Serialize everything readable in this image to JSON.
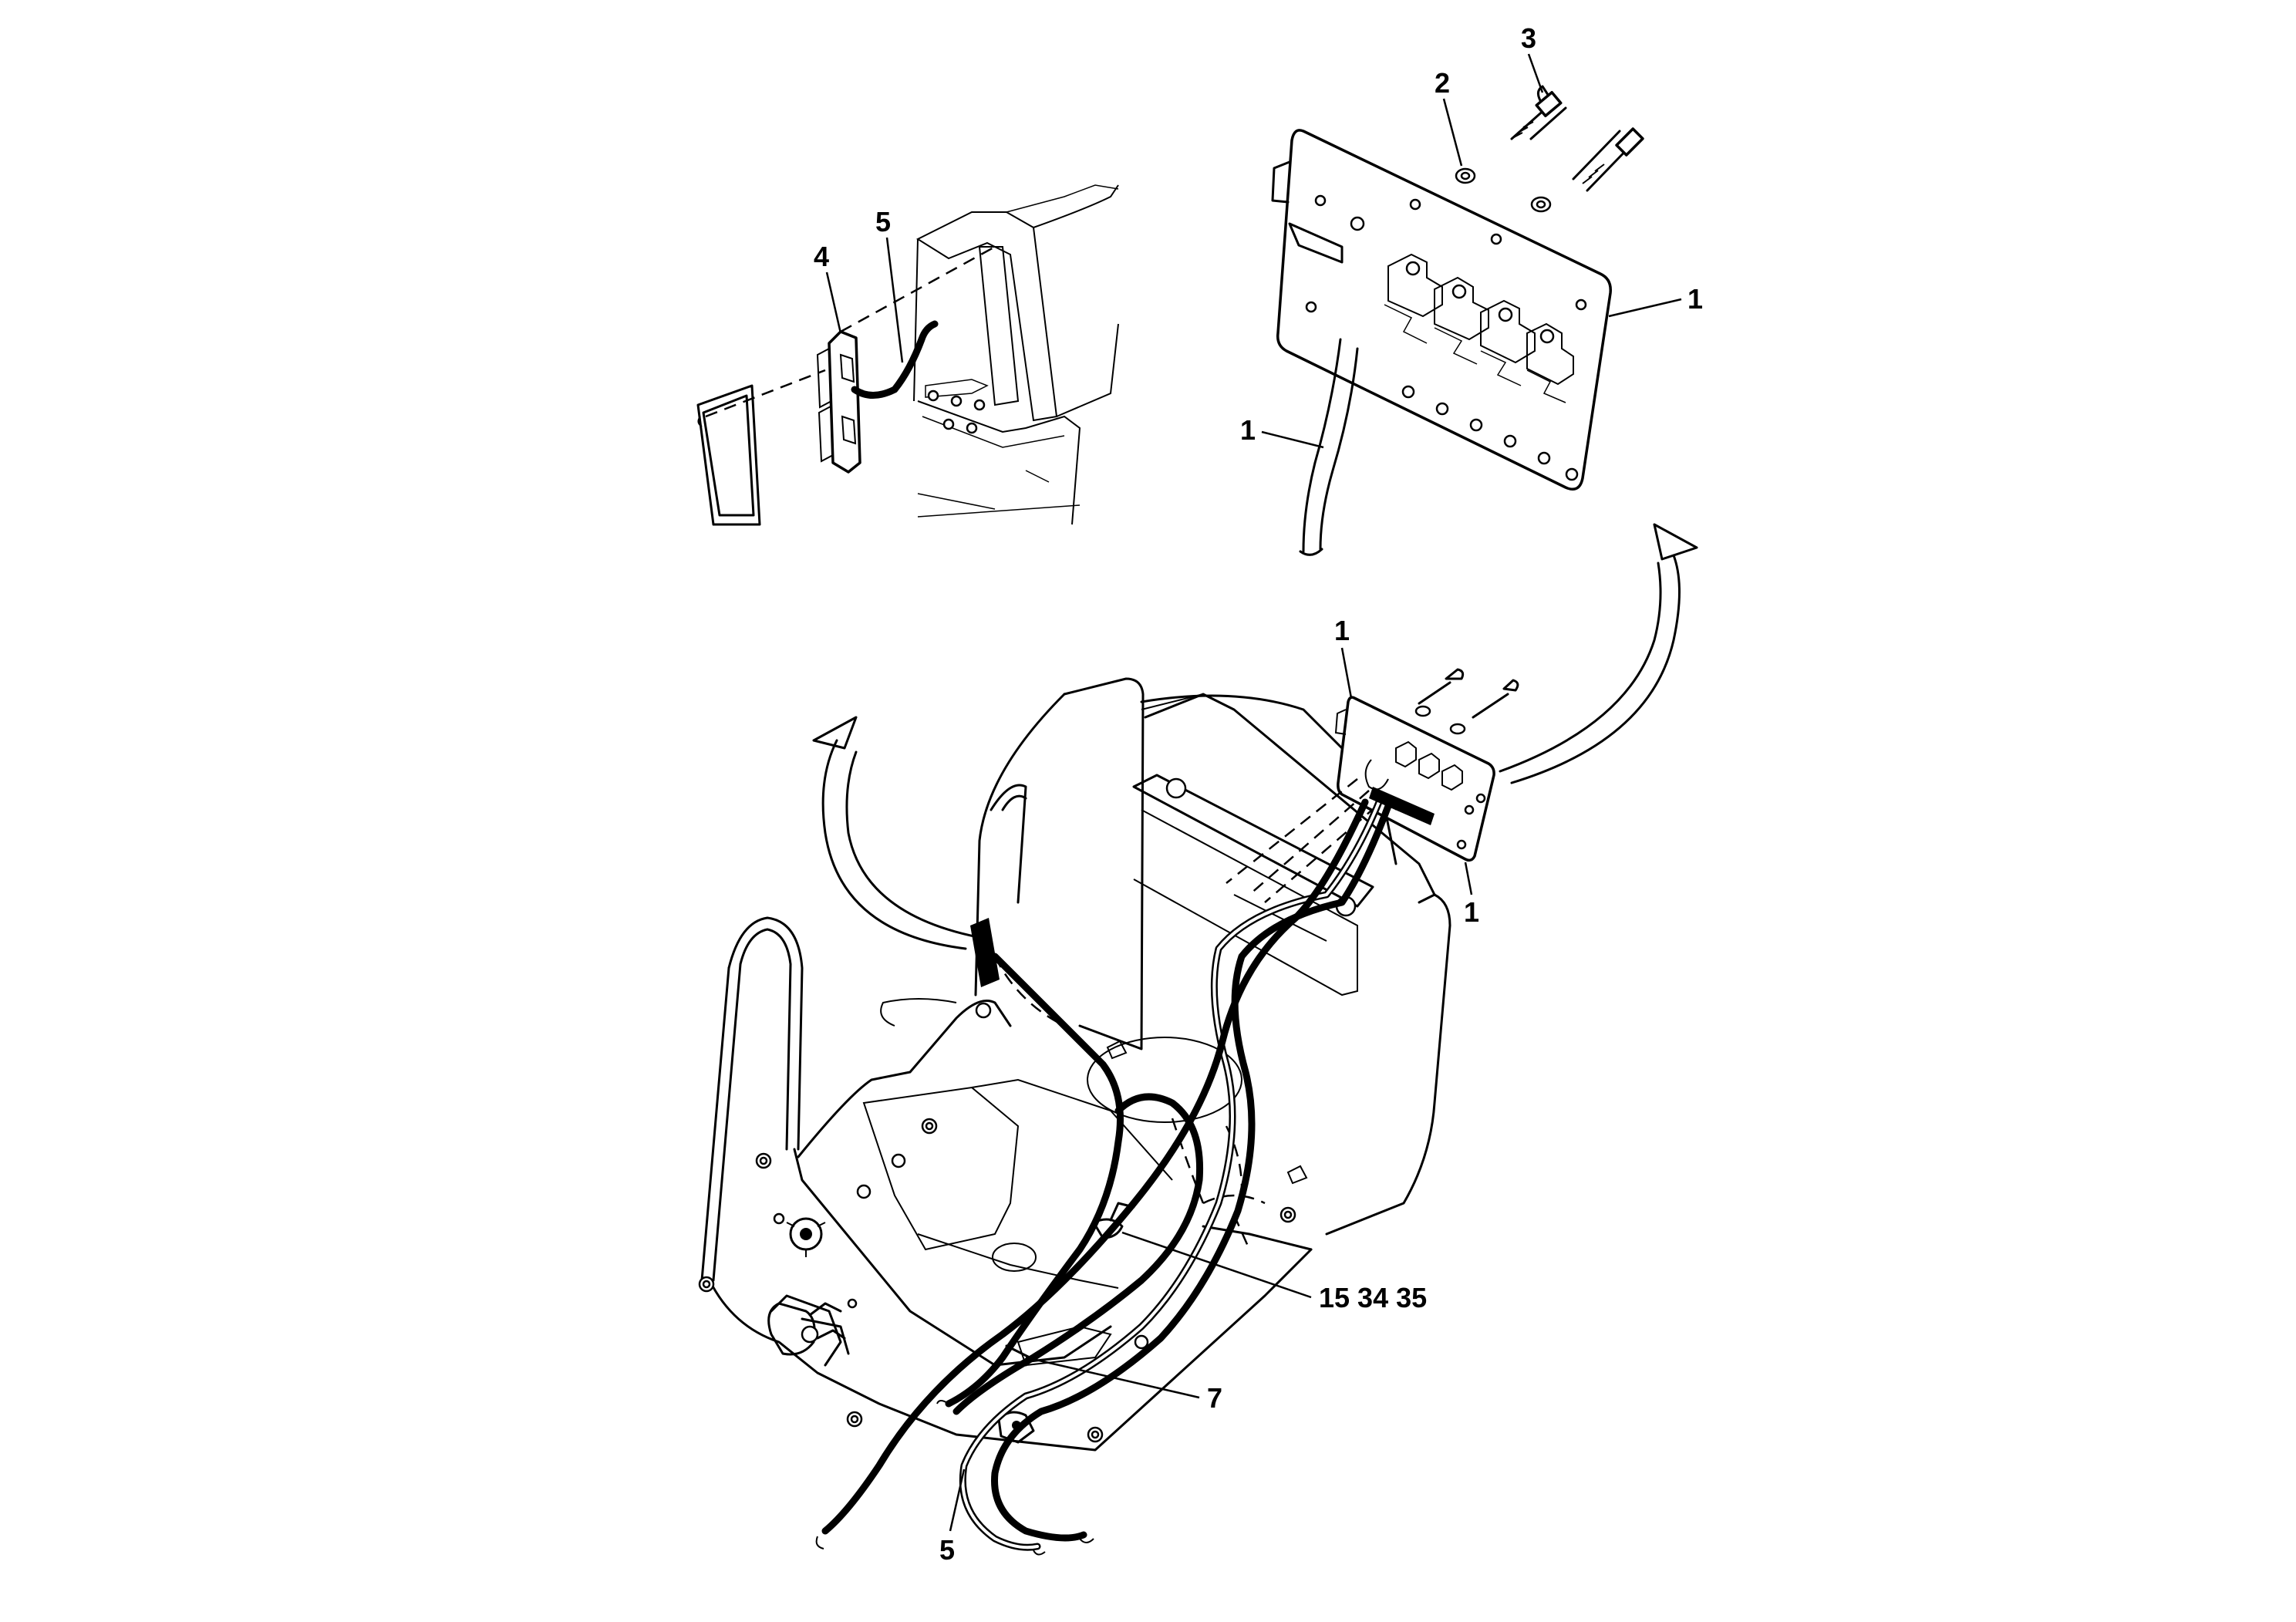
{
  "callouts": {
    "panel_top": "1",
    "panel_right": "1",
    "cable_left": "1",
    "washer": "2",
    "screw": "3",
    "connector_block": "4",
    "cable_top": "5",
    "panel_small_top": "1",
    "panel_small_bottom": "1",
    "harness_clamp": "15 34 35",
    "cable_tie": "7",
    "harness_bottom": "5"
  }
}
